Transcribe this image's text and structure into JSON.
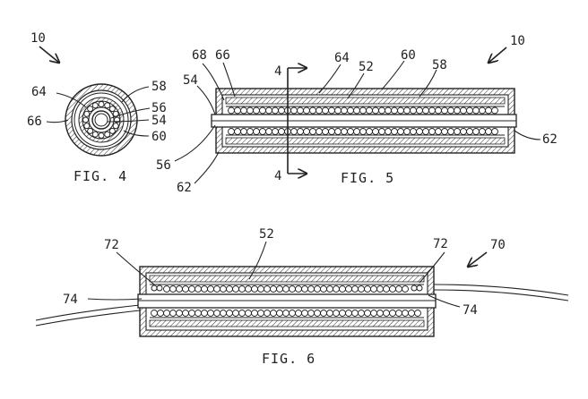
{
  "fig4": {
    "caption": "FIG. 4",
    "ref": "10",
    "labels": {
      "l64": "64",
      "l58": "58",
      "l56": "56",
      "l66": "66",
      "l54": "54",
      "l60": "60"
    }
  },
  "fig5": {
    "caption": "FIG. 5",
    "ref": "10",
    "section_top": "4",
    "section_bottom": "4",
    "labels": {
      "l68": "68",
      "l66": "66",
      "l64": "64",
      "l52": "52",
      "l60": "60",
      "l58": "58",
      "l54": "54",
      "l56": "56",
      "l62a": "62",
      "l62b": "62"
    }
  },
  "fig6": {
    "caption": "FIG. 6",
    "ref": "70",
    "labels": {
      "l72a": "72",
      "l52": "52",
      "l72b": "72",
      "l74a": "74",
      "l74b": "74"
    }
  }
}
